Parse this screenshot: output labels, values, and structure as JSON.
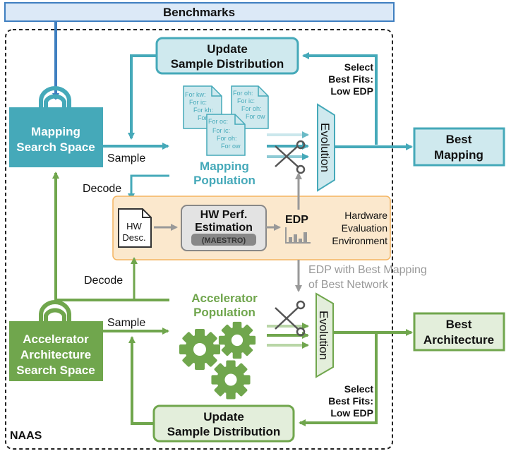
{
  "benchmarks": "Benchmarks",
  "naas": "NAAS",
  "mapping": {
    "search_space": [
      "Mapping",
      "Search Space"
    ],
    "update": [
      "Update",
      "Sample Distribution"
    ],
    "population": [
      "Mapping",
      "Population"
    ],
    "select": [
      "Select",
      "Best Fits:",
      "Low EDP"
    ],
    "sample": "Sample",
    "decode": "Decode",
    "evolution": "Evolution",
    "best": [
      "Best",
      "Mapping"
    ],
    "docs": [
      [
        "For kw:",
        "For ic:",
        "For kh:",
        "For ow"
      ],
      [
        "For oh:",
        "For ic:",
        "For oh:",
        "For ow"
      ],
      [
        "For oc:",
        "For ic:",
        "For oh:",
        "For ow"
      ]
    ]
  },
  "hardware": {
    "hw_desc": [
      "HW",
      "Desc."
    ],
    "perf": [
      "HW Perf.",
      "Estimation"
    ],
    "maestro": "(MAESTRO)",
    "edp": "EDP",
    "env": [
      "Hardware",
      "Evaluation",
      "Environment"
    ],
    "edp_note": [
      "EDP with Best Mapping",
      "of Best Network"
    ]
  },
  "accelerator": {
    "search_space": [
      "Accelerator",
      "Architecture",
      "Search Space"
    ],
    "population": [
      "Accelerator",
      "Population"
    ],
    "update": [
      "Update",
      "Sample Distribution"
    ],
    "select": [
      "Select",
      "Best Fits:",
      "Low EDP"
    ],
    "sample": "Sample",
    "decode": "Decode",
    "evolution": "Evolution",
    "best": [
      "Best",
      "Architecture"
    ]
  },
  "colors": {
    "teal": "#45a9b9",
    "teal_light": "#cfe9ee",
    "green": "#70a64d",
    "green_light": "#e3eedb",
    "gray": "#999999",
    "blue": "#3f7fc0",
    "blue_light": "#dce9f7",
    "orange_fill": "#fbe8cd",
    "orange_border": "#f4b460"
  },
  "icons": [
    "bag-handle-icon",
    "document-icon",
    "scissors-icon",
    "bar-chart-icon",
    "gear-icon"
  ]
}
